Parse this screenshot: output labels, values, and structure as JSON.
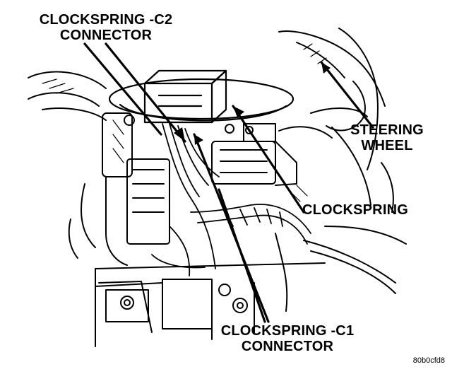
{
  "callouts": {
    "clockspring_c2": {
      "line1": "CLOCKSPRING -C2",
      "line2": "CONNECTOR"
    },
    "steering_wheel": {
      "line1": "STEERING",
      "line2": "WHEEL"
    },
    "clockspring": {
      "text": "CLOCKSPRING"
    },
    "clockspring_c1": {
      "line1": "CLOCKSPRING -C1",
      "line2": "CONNECTOR"
    }
  },
  "figure_code": "80b0cfd8",
  "colors": {
    "ink": "#000000",
    "paper": "#ffffff"
  }
}
